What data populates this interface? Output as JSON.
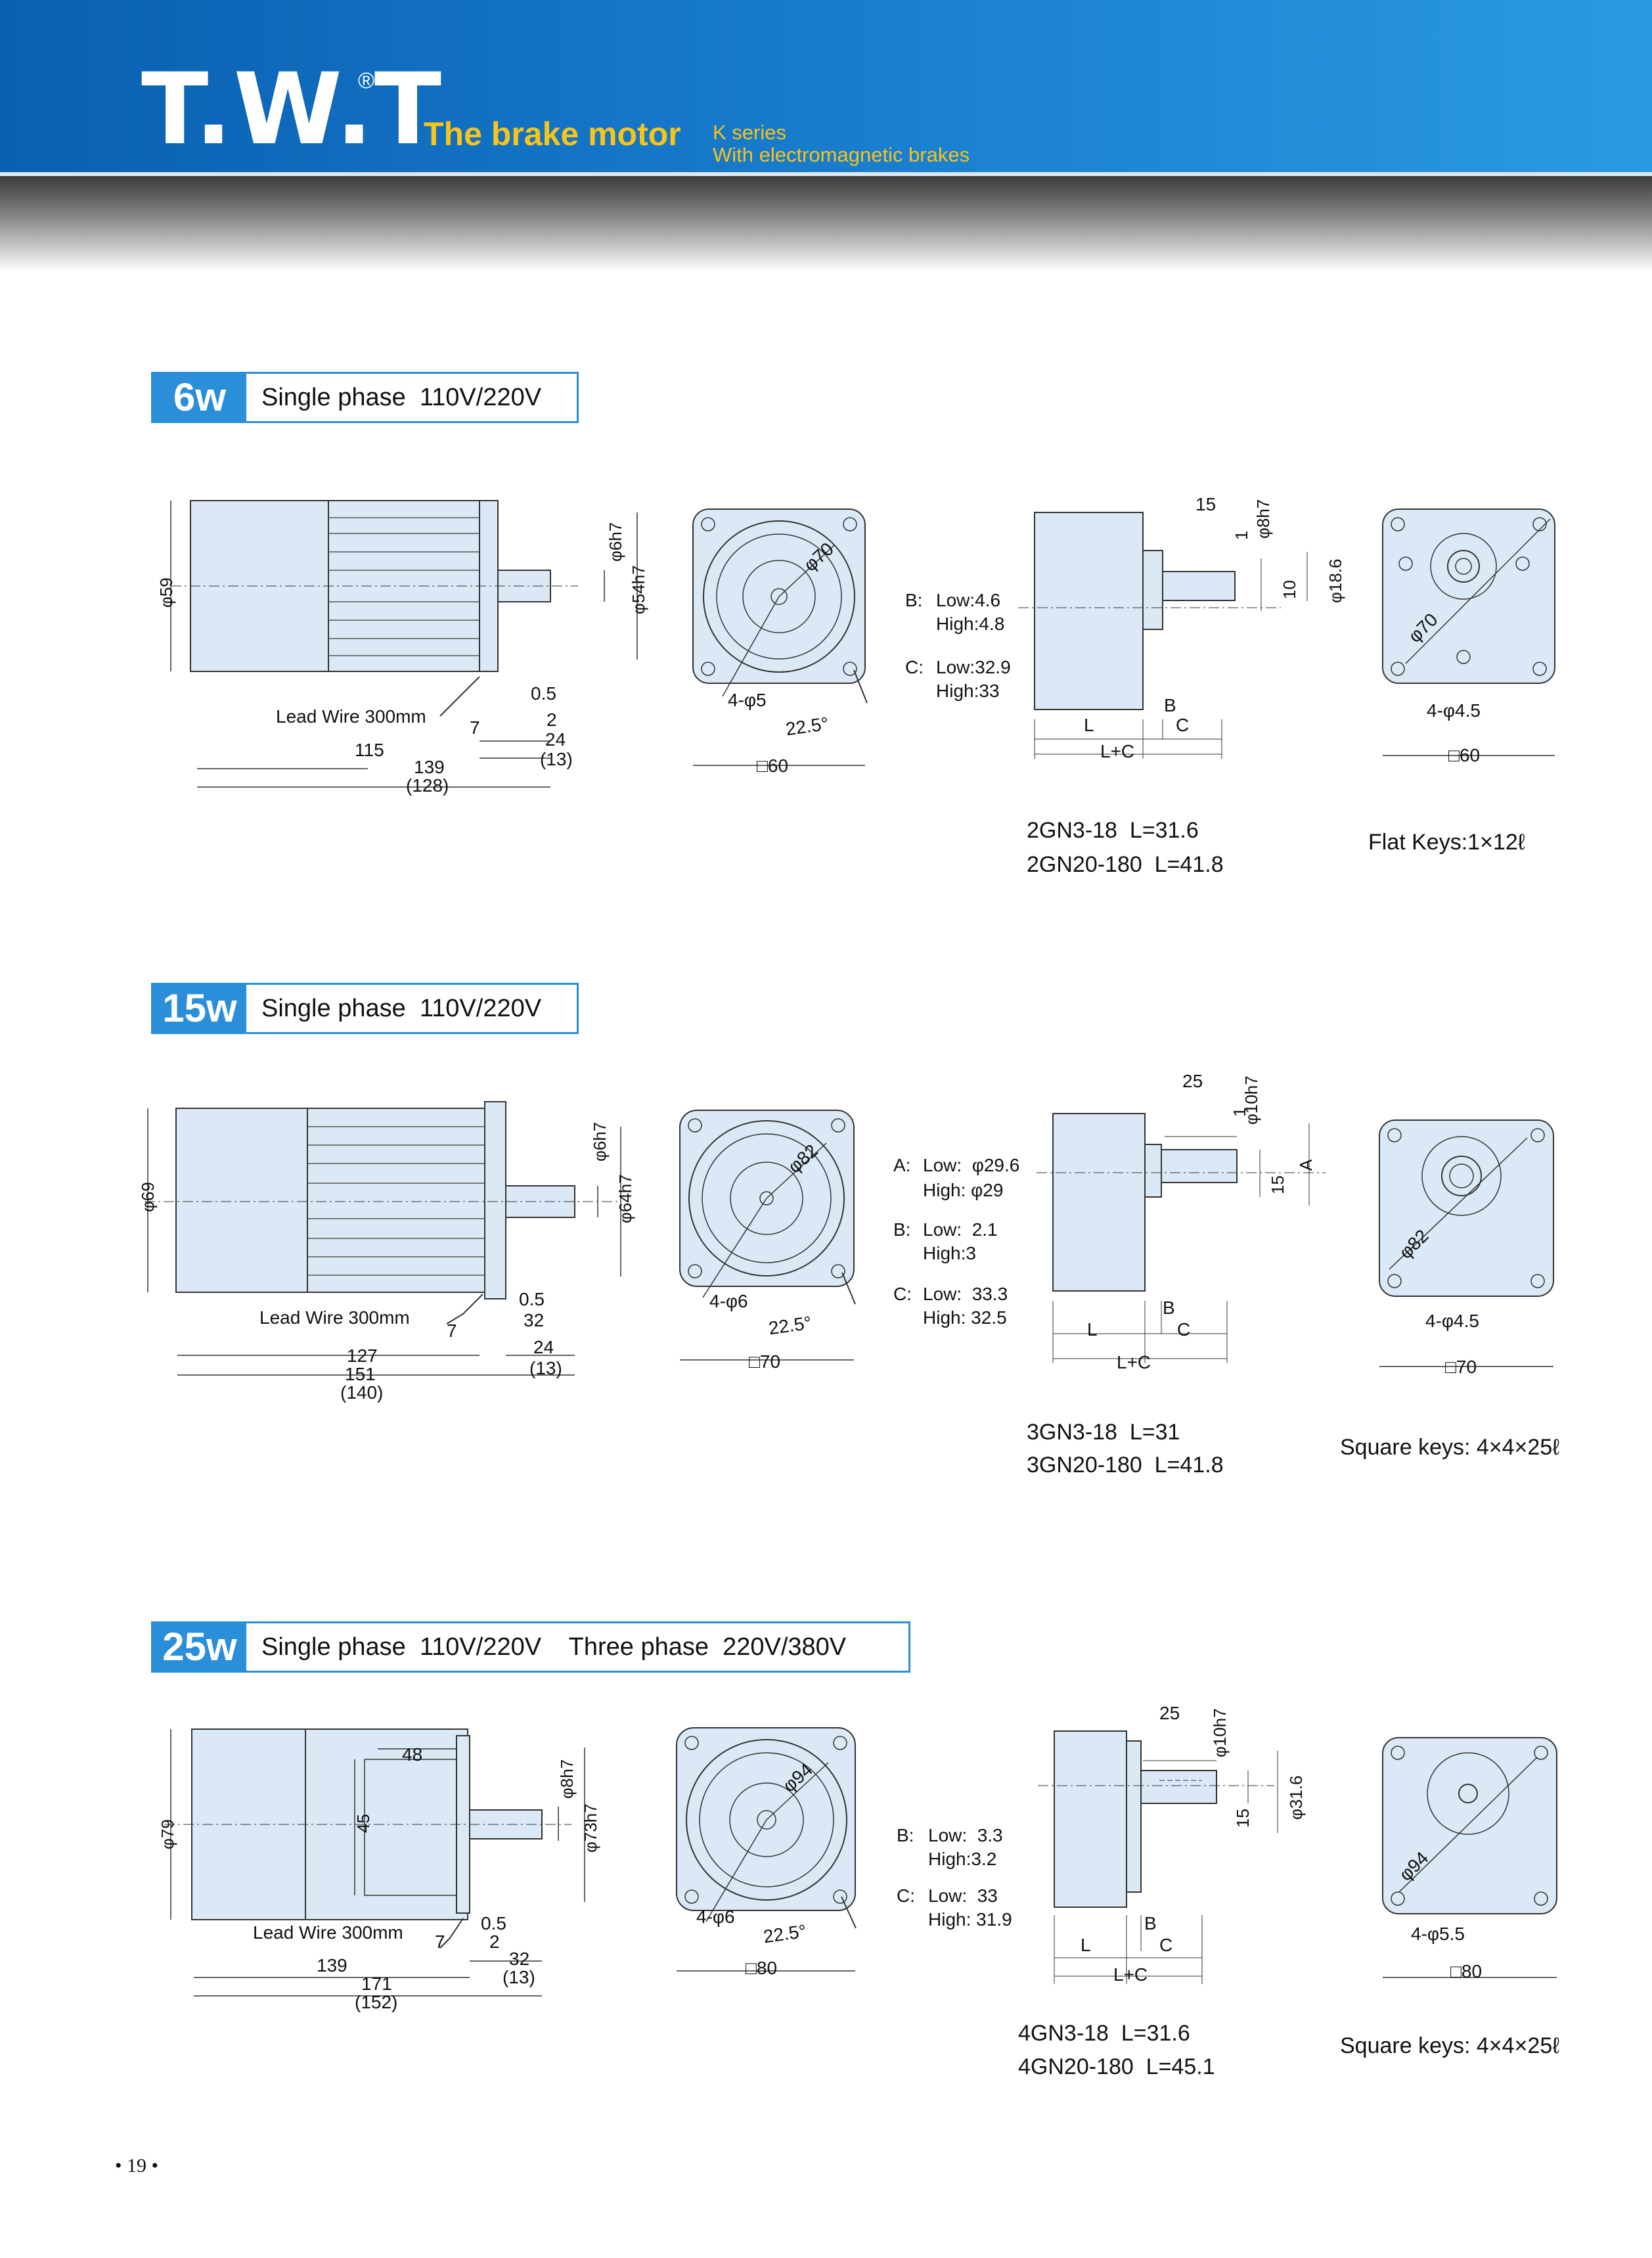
{
  "header": {
    "logo": "T.W.T",
    "registered": "®",
    "title": "The brake motor",
    "series_line1": "K series",
    "series_line2": "With electromagnetic brakes"
  },
  "sections": [
    {
      "watt": "6w",
      "spec": "Single phase  110V/220V",
      "side": {
        "dia_body": "φ59",
        "shaft_dia": "φ6h7",
        "pilot": "φ54h7",
        "lead_wire": "Lead Wire 300mm",
        "d_05": "0.5",
        "d_7": "7",
        "d_2": "2",
        "d_24": "24",
        "d_13": "(13)",
        "len_body": "115",
        "len_total": "139",
        "len_total_alt": "(128)"
      },
      "face": {
        "pcd": "φ70",
        "holes": "4-φ5",
        "angle": "22.5°",
        "square": "□60"
      },
      "gear": {
        "b_label": "B:",
        "b_low": "Low:4.6",
        "b_high": "High:4.8",
        "c_label": "C:",
        "c_low": "Low:32.9",
        "c_high": "High:33",
        "dim_15": "15",
        "dim_1": "1",
        "shaft": "φ8h7",
        "dim_10": "10",
        "hub": "φ18.6",
        "B": "B",
        "C": "C",
        "L": "L",
        "LC": "L+C",
        "model1": "2GN3-18  L=31.6",
        "model2": "2GN20-180  L=41.8"
      },
      "gear_face": {
        "pcd": "φ70",
        "holes": "4-φ4.5",
        "square": "□60",
        "keys": "Flat Keys:1×12ℓ"
      }
    },
    {
      "watt": "15w",
      "spec": "Single phase  110V/220V",
      "side": {
        "dia_body": "φ69",
        "shaft_dia": "φ6h7",
        "pilot": "φ64h7",
        "lead_wire": "Lead Wire 300mm",
        "d_05": "0.5",
        "d_7": "7",
        "d_32": "32",
        "d_24": "24",
        "d_13": "(13)",
        "len_body": "127",
        "len_total": "151",
        "len_total_alt": "(140)"
      },
      "face": {
        "pcd": "φ82",
        "holes": "4-φ6",
        "angle": "22.5°",
        "square": "□70"
      },
      "gear": {
        "a_label": "A:",
        "a_low": "Low:  φ29.6",
        "a_high": "High: φ29",
        "b_label": "B:",
        "b_low": "Low:  2.1",
        "b_high": "High:3",
        "c_label": "C:",
        "c_low": "Low:  33.3",
        "c_high": "High: 32.5",
        "dim_25": "25",
        "dim_1": "1",
        "shaft": "φ10h7",
        "dim_15": "15",
        "A": "A",
        "B": "B",
        "C": "C",
        "L": "L",
        "LC": "L+C",
        "model1": "3GN3-18  L=31",
        "model2": "3GN20-180  L=41.8"
      },
      "gear_face": {
        "pcd": "φ82",
        "holes": "4-φ4.5",
        "square": "□70",
        "keys": "Square keys: 4×4×25ℓ"
      }
    },
    {
      "watt": "25w",
      "spec": "Single phase  110V/220V    Three phase  220V/380V",
      "side": {
        "dia_body": "φ79",
        "shaft_dia": "φ8h7",
        "pilot": "φ73h7",
        "d_48": "48",
        "d_45": "45",
        "lead_wire": "Lead Wire 300mm",
        "d_05": "0.5",
        "d_7": "7",
        "d_2": "2",
        "d_32": "32",
        "d_13": "(13)",
        "len_body": "139",
        "len_total": "171",
        "len_total_alt": "(152)"
      },
      "face": {
        "pcd": "φ94",
        "holes": "4-φ6",
        "angle": "22.5°",
        "square": "□80"
      },
      "gear": {
        "b_label": "B:",
        "b_low": "Low:  3.3",
        "b_high": "High:3.2",
        "c_label": "C:",
        "c_low": "Low:  33",
        "c_high": "High: 31.9",
        "dim_25": "25",
        "shaft": "φ10h7",
        "dim_15": "15",
        "hub": "φ31.6",
        "B": "B",
        "C": "C",
        "L": "L",
        "LC": "L+C",
        "model1": "4GN3-18  L=31.6",
        "model2": "4GN20-180  L=45.1"
      },
      "gear_face": {
        "pcd": "φ94",
        "holes": "4-φ5.5",
        "square": "□80",
        "keys": "Square keys: 4×4×25ℓ"
      }
    }
  ],
  "footer": {
    "page": "• 19 •"
  },
  "colors": {
    "header_blue": "#1a7fd0",
    "title_yellow": "#f7c41a",
    "motor_fill": "#dbe9f6",
    "accent": "#2a8fd8"
  }
}
